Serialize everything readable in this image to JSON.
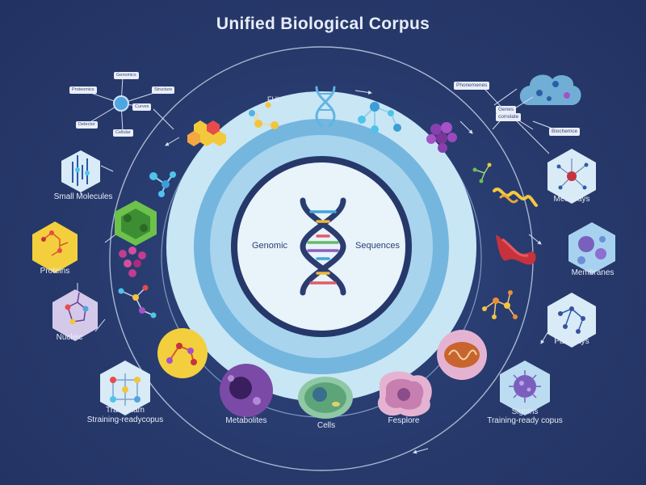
{
  "title": "Unified Biological Corpus",
  "center": {
    "left_word": "Genomic",
    "right_word": "Sequences"
  },
  "top_icon_text": "FHI",
  "left_labels": {
    "small_molecules": "Small Molecules",
    "proteins": "Proteins",
    "nucleic": "Nucleic",
    "training_title": "Tratterkam",
    "training_sub": "Straining-readycopus"
  },
  "right_labels": {
    "pathways_top": "Methways",
    "membranes": "Membranes",
    "pathways": "Pathways",
    "signals_title": "Signins",
    "signals_sub": "Training-ready copus"
  },
  "bottom_labels": {
    "metabolites": "Metabolites",
    "cells": "Cells",
    "explore": "Fesplore"
  },
  "network_tags": {
    "top": "Genomics",
    "left": "Proteomics",
    "right": "Structure",
    "right_mid": "Curves",
    "bottom_left": "Detector",
    "bottom_right": "Cellular"
  },
  "top_right_tags": {
    "a": "Phonemenes",
    "b": "Genes",
    "c": "correlate",
    "d": "Biochemce"
  },
  "colors": {
    "background": "#27396b",
    "ring_light": "#bfe0f2",
    "ring_mid": "#6fb0da",
    "ring_dark": "#26386a",
    "hex_tile": "#d8ebf7",
    "accent_yellow": "#f3cf3e",
    "accent_purple": "#7b4aa6",
    "accent_pink": "#e5b3d2",
    "accent_red": "#c8323c"
  }
}
